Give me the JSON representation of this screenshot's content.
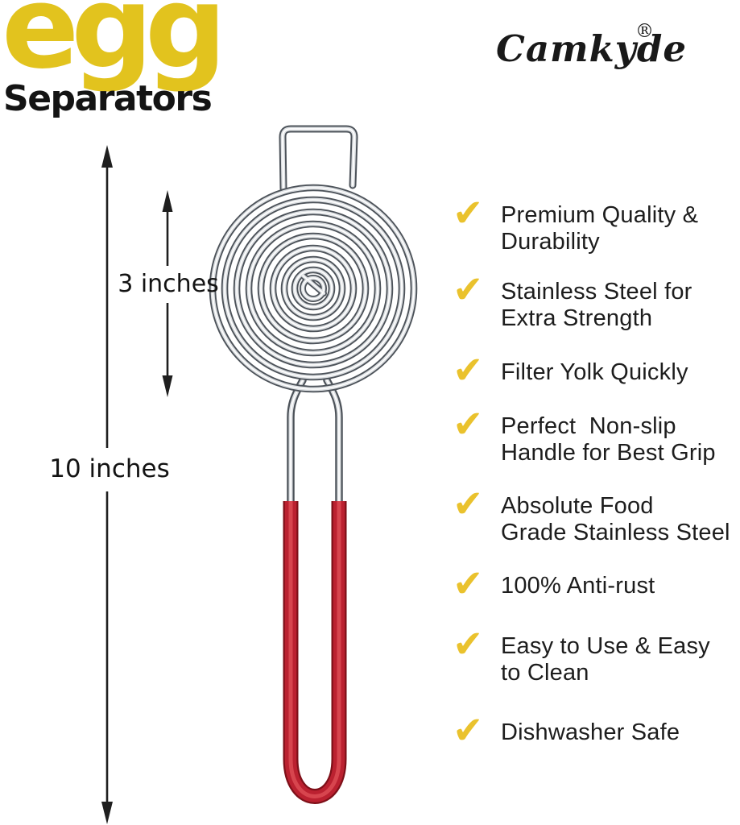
{
  "header": {
    "title_word": "egg",
    "subtitle_word": "Separators",
    "brand_name": "Camkyde",
    "registered_mark": "®"
  },
  "annotations": {
    "head_diameter": "3 inches",
    "total_length": "10 inches"
  },
  "features": {
    "check_glyph": "✔",
    "items": [
      {
        "text": "Premium Quality &\nDurability"
      },
      {
        "text": "Stainless Steel for\nExtra Strength"
      },
      {
        "text": "Filter Yolk Quickly"
      },
      {
        "text": "Perfect  Non-slip\nHandle for Best Grip"
      },
      {
        "text": "Absolute Food\nGrade Stainless Steel"
      },
      {
        "text": "100% Anti-rust"
      },
      {
        "text": "Easy to Use & Easy\nto Clean"
      },
      {
        "text": "Dishwasher Safe"
      }
    ]
  },
  "colors": {
    "title_yellow": "#e2c31e",
    "check_yellow": "#eac22d",
    "handle_red": "#bb2130",
    "chrome_dark": "#4d535a",
    "chrome_light": "#dcdfe2",
    "text_black": "#1d1d1d"
  }
}
